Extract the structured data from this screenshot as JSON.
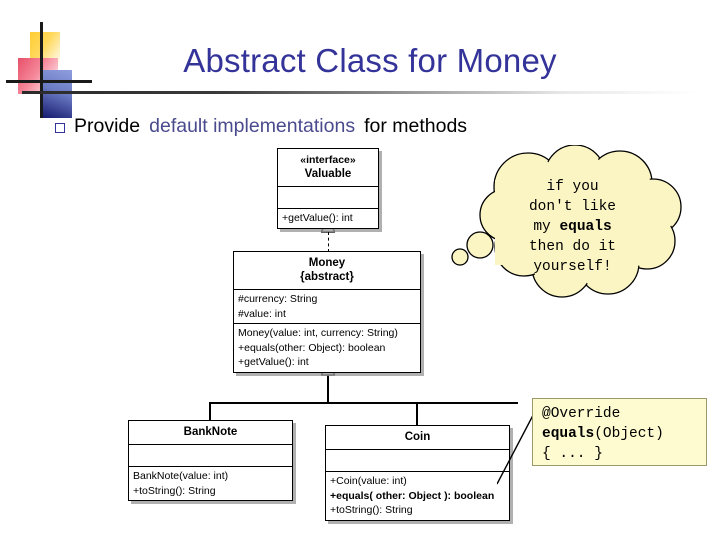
{
  "slide": {
    "title": "Abstract Class for Money",
    "bullet": {
      "marker": "square-bullet",
      "part1": "Provide",
      "part2": "default implementations",
      "part3": "for methods"
    },
    "colors": {
      "title": "#333399",
      "bullet_highlight": "#4a4a8f",
      "bullet_plain": "#000000",
      "callout_fill": "#fdfbcf",
      "bubble_fill": "#fbf5c3",
      "box_fill": "#ffffff",
      "line": "#000000"
    }
  },
  "uml": {
    "classes": [
      {
        "id": "valuable",
        "stereotype": "«interface»",
        "name": "Valuable",
        "attributes": [],
        "operations": [
          "+getValue(): int"
        ]
      },
      {
        "id": "money",
        "stereotype": "",
        "name": "Money",
        "modifier": "{abstract}",
        "attributes": [
          "#currency: String",
          "#value: int"
        ],
        "operations": [
          "Money(value: int, currency: String)",
          "+equals(other: Object): boolean",
          "+getValue(): int"
        ]
      },
      {
        "id": "banknote",
        "stereotype": "",
        "name": "BankNote",
        "attributes": [],
        "operations": [
          "BankNote(value: int)",
          "+toString(): String"
        ]
      },
      {
        "id": "coin",
        "stereotype": "",
        "name": "Coin",
        "attributes": [],
        "operations": [
          "+Coin(value: int)",
          "+equals( other: Object ): boolean",
          "+toString(): String"
        ]
      }
    ],
    "relations": [
      {
        "from": "money",
        "to": "valuable",
        "type": "realization-dashed-hollow-triangle"
      },
      {
        "from": "banknote",
        "to": "money",
        "type": "generalization-solid-hollow-triangle"
      },
      {
        "from": "coin",
        "to": "money",
        "type": "generalization-solid-hollow-triangle"
      }
    ]
  },
  "thought_bubble": {
    "lines": [
      {
        "text": "if you",
        "bold": false
      },
      {
        "text": "don't like",
        "bold": false
      },
      {
        "pre": "my ",
        "bold_word": "equals"
      },
      {
        "text": "then do it",
        "bold": false
      },
      {
        "text": "yourself!",
        "bold": false
      }
    ],
    "line1": "if you",
    "line2": "don't like",
    "line3_pre": "my ",
    "line3_bold": "equals",
    "line4": "then do it",
    "line5": "yourself!"
  },
  "code_callout": {
    "line1": "@Override",
    "line2_bold": "equals",
    "line2_rest": "(Object)",
    "line3": "{ ... }"
  }
}
